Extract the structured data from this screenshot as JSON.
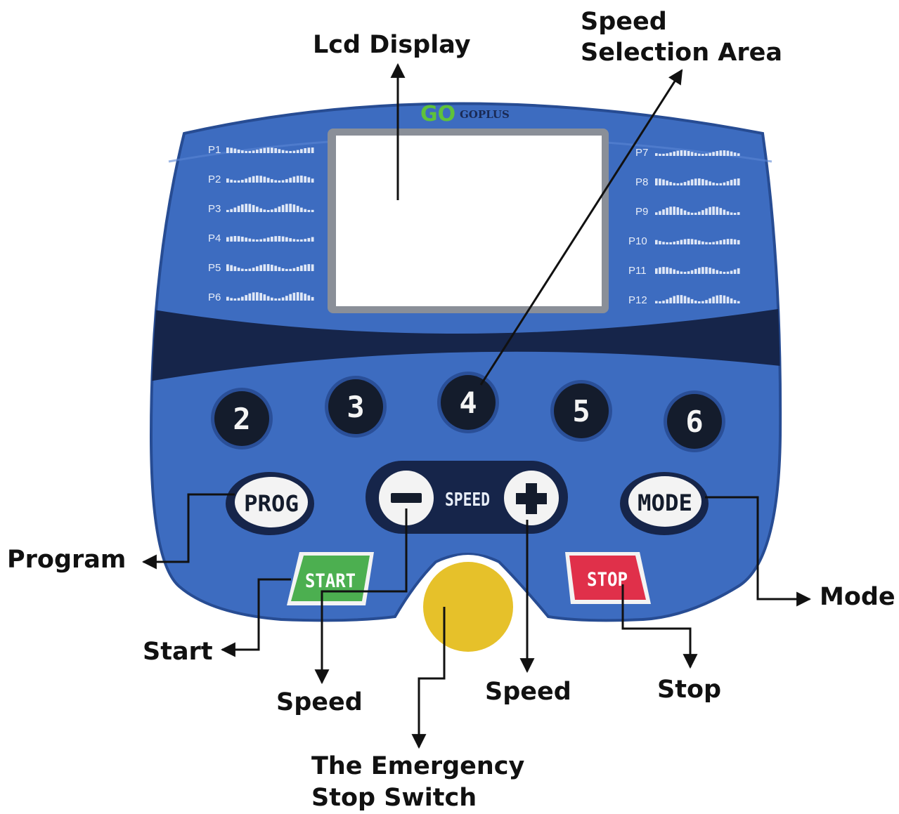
{
  "brand": {
    "logo_mark": "GO",
    "name": "GOPLUS"
  },
  "profiles_left": [
    "P1",
    "P2",
    "P3",
    "P4",
    "P5",
    "P6"
  ],
  "profiles_right": [
    "P7",
    "P8",
    "P9",
    "P10",
    "P11",
    "P12"
  ],
  "speed_keys": [
    "2",
    "3",
    "4",
    "5",
    "6"
  ],
  "buttons": {
    "prog": "PROG",
    "mode": "MODE",
    "start": "START",
    "stop": "STOP",
    "speed": "SPEED",
    "minus": "minus-icon",
    "plus": "plus-icon"
  },
  "callouts": {
    "lcd": "Lcd Display",
    "speed_area_1": "Speed",
    "speed_area_2": "Selection Area",
    "program": "Program",
    "start": "Start",
    "speed_left": "Speed",
    "emergency_1": "The Emergency",
    "emergency_2": "Stop Switch",
    "speed_right": "Speed",
    "stop": "Stop",
    "mode": "Mode"
  },
  "colors": {
    "panel": "#3d6cc0",
    "band": "#16254a",
    "lcd_frame": "#8a8f98",
    "key": "#141c2c",
    "start": "#4caf50",
    "stop": "#e0304a",
    "emergency": "#e6c12a"
  }
}
